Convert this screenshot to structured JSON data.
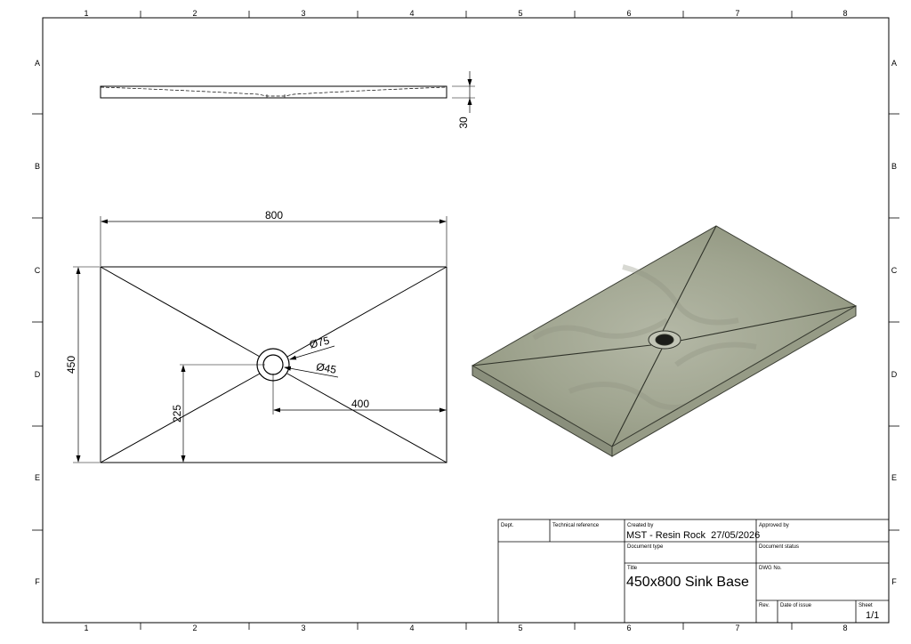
{
  "frame": {
    "columns": [
      "1",
      "2",
      "3",
      "4",
      "5",
      "6",
      "7",
      "8"
    ],
    "rows": [
      "A",
      "B",
      "C",
      "D",
      "E",
      "F"
    ]
  },
  "dimensions": {
    "side_height": "30",
    "length": "800",
    "width": "450",
    "outer_diameter": "Ø75",
    "inner_diameter": "Ø45",
    "hole_offset_y": "225",
    "hole_offset_x": "400"
  },
  "title_block": {
    "dept_label": "Dept.",
    "tech_ref_label": "Technical reference",
    "created_by_label": "Created by",
    "created_by_value": "MST - Resin Rock  27/05/2026",
    "approved_by_label": "Approved by",
    "doc_type_label": "Document type",
    "doc_status_label": "Document status",
    "title_label": "Title",
    "title_value": "450x800 Sink Base",
    "dwg_no_label": "DWG No.",
    "rev_label": "Rev.",
    "date_issue_label": "Date of issue",
    "sheet_label": "Sheet",
    "sheet_value": "1/1"
  },
  "colors": {
    "line": "#000000",
    "stone_top": "#a3a894",
    "stone_side": "#8a8f7c"
  }
}
